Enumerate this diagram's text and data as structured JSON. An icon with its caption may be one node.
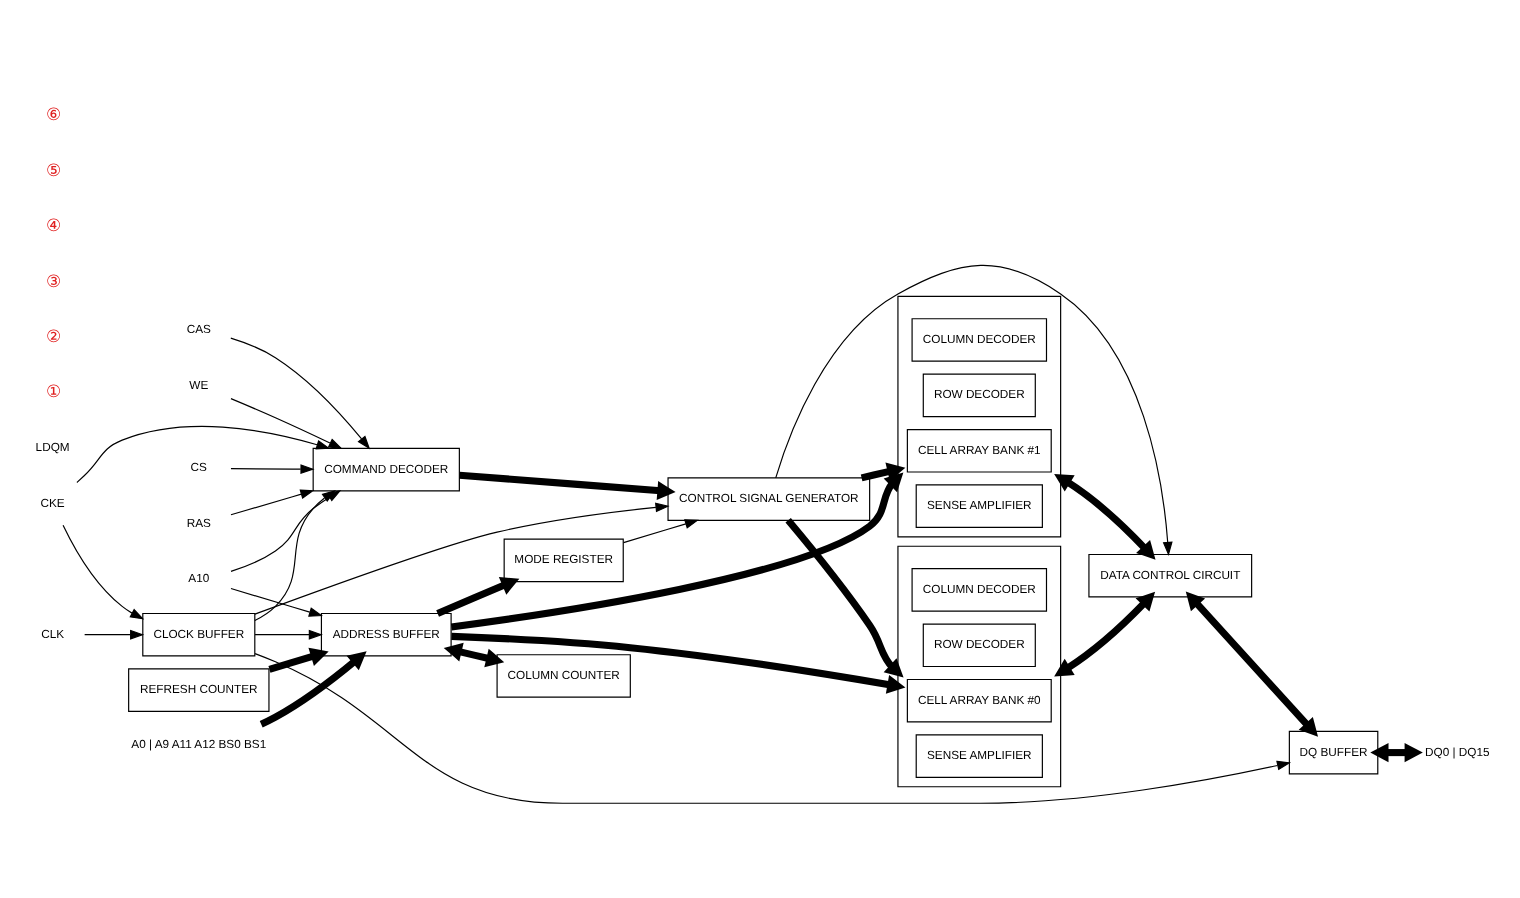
{
  "diagram": {
    "nodes": [
      {
        "text": [
          "CLK"
        ]
      },
      {
        "text": [
          "CKE"
        ]
      },
      {
        "text": [
          "CS"
        ]
      },
      {
        "text": [
          "RAS"
        ]
      },
      {
        "text": [
          "CAS"
        ]
      },
      {
        "text": [
          "WE"
        ]
      },
      {
        "text": [
          "A10"
        ]
      },
      {
        "text": [
          "A0 | A9 A11 A12 BS0 BS1"
        ]
      },
      {
        "text": [
          "CLOCK BUFFER"
        ]
      },
      {
        "text": [
          "COMMAND DECODER"
        ]
      },
      {
        "text": [
          "CONTROL SIGNAL GENERATOR"
        ]
      },
      {
        "text": [
          "ADDRESS BUFFER"
        ]
      },
      {
        "text": [
          "MODE REGISTER"
        ]
      },
      {
        "text": [
          "REFRESH COUNTER"
        ]
      },
      {
        "text": [
          "COLUMN COUNTER"
        ]
      },
      {
        "text": [],
        "shape": "box"
      },
      {
        "text": [
          "COLUMN DECODER"
        ],
        "in": 15
      },
      {
        "text": [
          "ROW DECODER"
        ],
        "in": 15
      },
      {
        "text": [
          "CELL ARRAY BANK #0"
        ],
        "in": 15
      },
      {
        "text": [
          "SENSE AMPLIFIER"
        ],
        "in": 15
      },
      {
        "text": [],
        "shape": "box"
      },
      {
        "text": [
          "COLUMN DECODER"
        ],
        "in": 20
      },
      {
        "text": [
          "ROW DECODER"
        ],
        "in": 20
      },
      {
        "text": [
          "CELL ARRAY BANK #1"
        ],
        "in": 20
      },
      {
        "text": [
          "SENSE AMPLIFIER"
        ],
        "in": 20
      },
      {
        "text": [
          "DATA CONTROL CIRCUIT"
        ]
      },
      {
        "text": [
          "DQ BUFFER"
        ]
      },
      {
        "text": [
          "DQ0 | DQ15"
        ]
      },
      {
        "text": [
          "LDQM"
        ]
      }
    ],
    "edges": [
      {
        "from": 0,
        "to": 8,
        "arrow": "to"
      },
      {
        "from": 1,
        "to": 8,
        "arrow": "to"
      },
      {
        "from": 1,
        "to": 9,
        "arrow": "to"
      },
      {
        "from": 2,
        "to": 9,
        "arrow": "to"
      },
      {
        "from": 3,
        "to": 9,
        "arrow": "to"
      },
      {
        "from": 4,
        "to": 9,
        "arrow": "to"
      },
      {
        "from": 5,
        "to": 9,
        "arrow": "to"
      },
      {
        "from": 6,
        "to": 9,
        "arrow": "to"
      },
      {
        "from": 6,
        "to": 11,
        "arrow": "to"
      },
      {
        "from": 7,
        "to": 11,
        "arrow": "to",
        "style": "thick"
      },
      {
        "from": 8,
        "to": 9,
        "arrow": "to"
      },
      {
        "from": 8,
        "to": 10,
        "arrow": "to"
      },
      {
        "from": 8,
        "to": 11,
        "arrow": "to"
      },
      {
        "from": 8,
        "to": 26,
        "arrow": "to"
      },
      {
        "from": 9,
        "to": 10,
        "arrow": "to",
        "style": "thick"
      },
      {
        "from": 12,
        "to": 10,
        "arrow": "to"
      },
      {
        "from": 11,
        "to": 12,
        "arrow": "to",
        "style": "thick"
      },
      {
        "from": 13,
        "to": 11,
        "arrow": "to",
        "style": "thick"
      },
      {
        "from": 11,
        "to": 14,
        "arrow": "both",
        "style": "thick"
      },
      {
        "from": 10,
        "to": 15,
        "arrow": "to",
        "style": "thick"
      },
      {
        "from": 11,
        "to": 15,
        "arrow": "to",
        "style": "thick"
      },
      {
        "from": 10,
        "to": 20,
        "arrow": "to",
        "style": "thick"
      },
      {
        "from": 11,
        "to": 20,
        "arrow": "to",
        "style": "thick"
      },
      {
        "from": 15,
        "to": 25,
        "arrow": "both",
        "style": "thick"
      },
      {
        "from": 20,
        "to": 25,
        "arrow": "both",
        "style": "thick"
      },
      {
        "from": 10,
        "to": 25,
        "arrow": "to"
      },
      {
        "from": 25,
        "to": 26,
        "arrow": "both",
        "style": "thick"
      },
      {
        "from": 26,
        "to": 27,
        "arrow": "both",
        "style": "thick"
      }
    ],
    "labels": [
      "①",
      "②",
      "③",
      "④",
      "⑤",
      "⑥"
    ]
  }
}
